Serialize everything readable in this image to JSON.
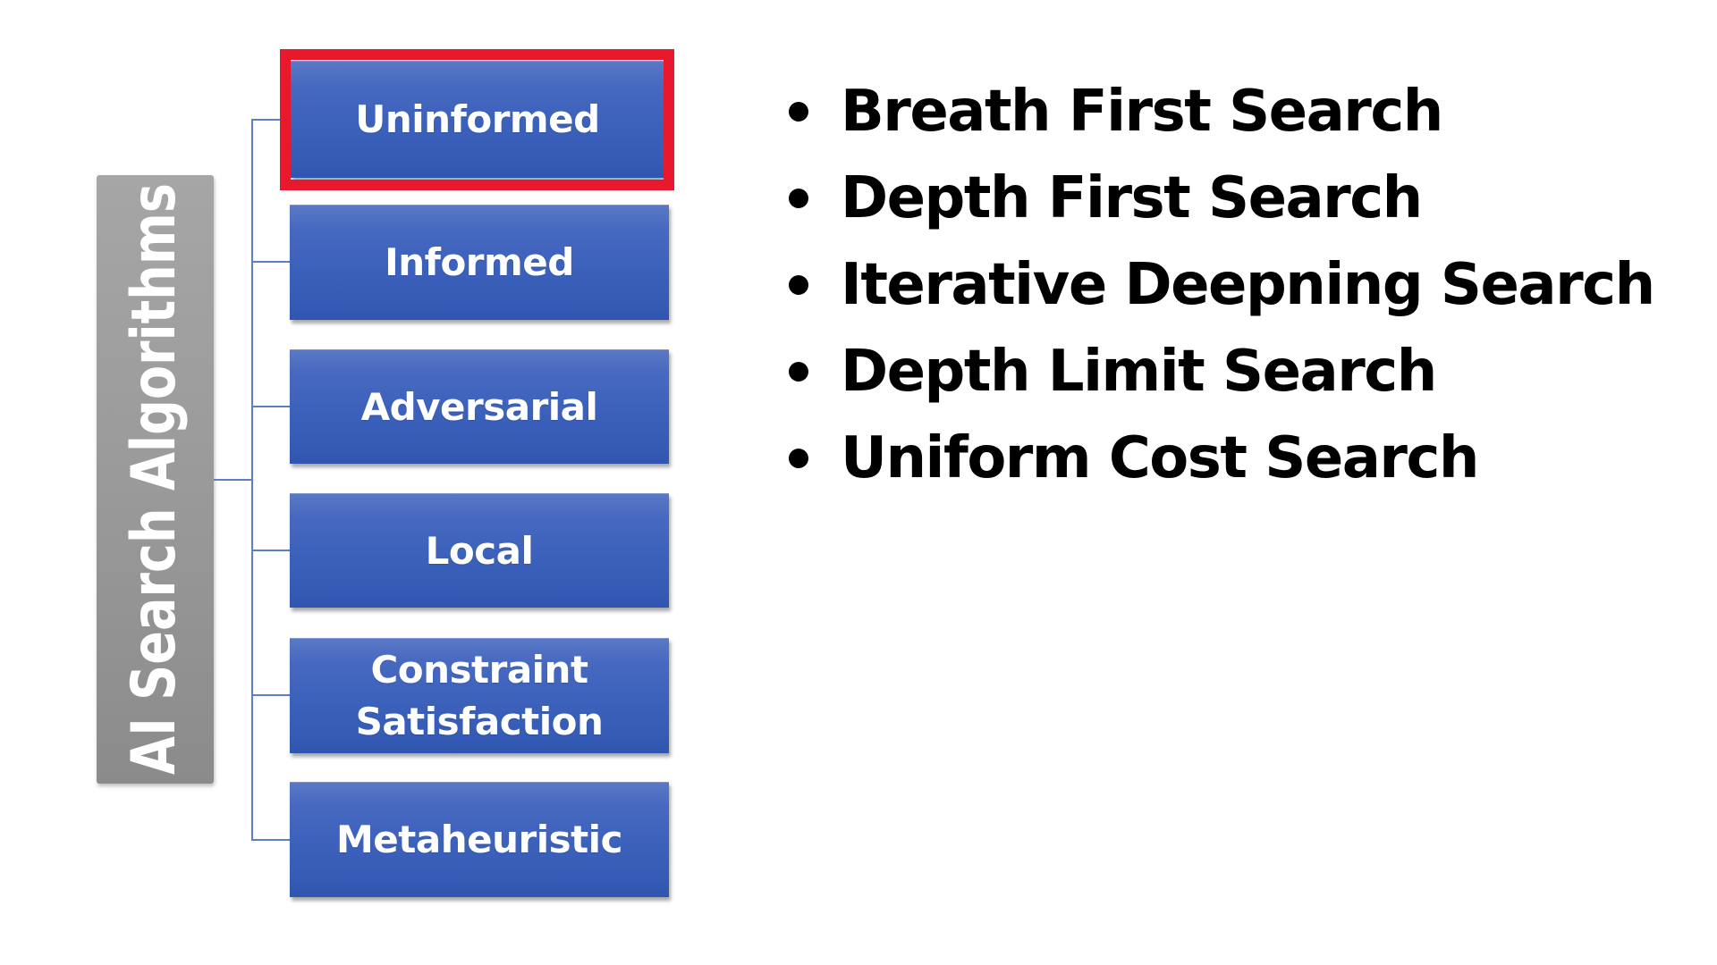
{
  "diagram": {
    "root": {
      "label": "AI Search Algorithms",
      "color": "#9a9a9a"
    },
    "categories": [
      {
        "label": "Uninformed",
        "highlighted": true
      },
      {
        "label": "Informed",
        "highlighted": false
      },
      {
        "label": "Adversarial",
        "highlighted": false
      },
      {
        "label": "Local",
        "highlighted": false
      },
      {
        "label": "Constraint Satisfaction",
        "line1": "Constraint",
        "line2": "Satisfaction",
        "highlighted": false
      },
      {
        "label": "Metaheuristic",
        "highlighted": false
      }
    ],
    "node_color": "#3d62bc",
    "connector_color": "#5b7fc9",
    "highlight_color": "#e8192c"
  },
  "uninformed_algorithms": {
    "items": [
      "Breath First Search",
      "Depth First Search",
      "Iterative Deepning Search",
      "Depth Limit Search",
      "Uniform Cost Search"
    ]
  }
}
